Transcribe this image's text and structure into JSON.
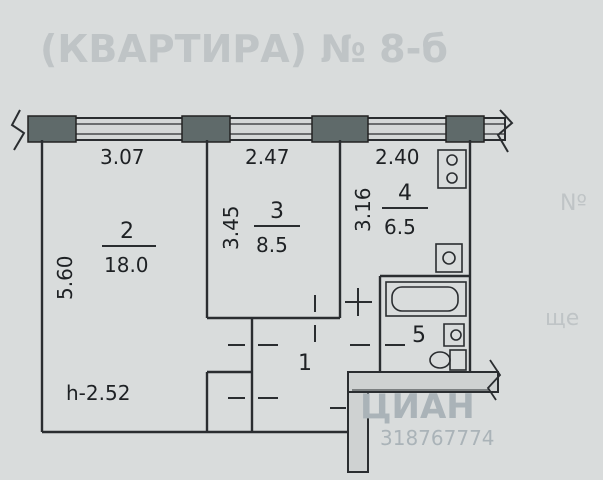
{
  "header_text": "(КВАРТИРА) № 8-б",
  "dimensions": {
    "room2_width": "3.07",
    "room3_width": "2.47",
    "room4_width": "2.40",
    "room2_height": "5.60",
    "room3_height": "3.45",
    "room4_height": "3.16",
    "ceiling_height": "h-2.52"
  },
  "rooms": [
    {
      "number": "2",
      "area": "18.0"
    },
    {
      "number": "3",
      "area": "8.5"
    },
    {
      "number": "4",
      "area": "6.5"
    },
    {
      "number": "5",
      "area": ""
    },
    {
      "number": "1",
      "area": ""
    }
  ],
  "watermark": {
    "brand": "ЦИАН",
    "id": "318767774"
  },
  "side_text": {
    "line1": "Nº",
    "line2": "ще"
  },
  "colors": {
    "paper": "#d9dcdc",
    "ink": "#1e2124",
    "window": "#5f6a6a"
  }
}
